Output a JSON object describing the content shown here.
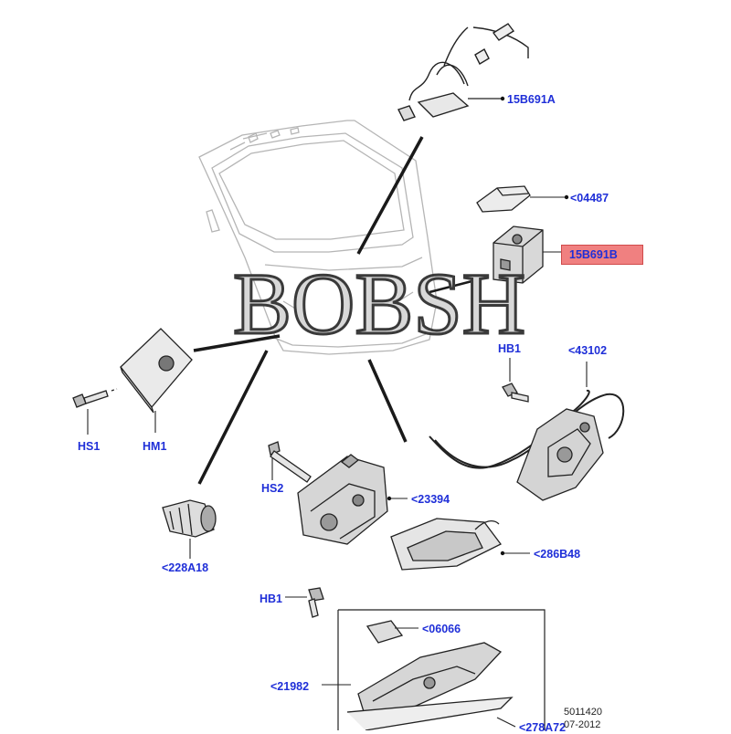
{
  "colors": {
    "label": "#1f2fd8",
    "highlight_bg": "#f08080",
    "line": "#1a1a1a"
  },
  "watermark": "BOBSH",
  "callouts": [
    {
      "id": "15B691A",
      "text": "15B691A",
      "highlighted": false
    },
    {
      "id": "04487",
      "text": "<04487",
      "highlighted": false
    },
    {
      "id": "15B691B",
      "text": "15B691B",
      "highlighted": true
    },
    {
      "id": "HB1-top",
      "text": "HB1",
      "highlighted": false
    },
    {
      "id": "43102",
      "text": "<43102",
      "highlighted": false
    },
    {
      "id": "HS1",
      "text": "HS1",
      "highlighted": false
    },
    {
      "id": "HM1",
      "text": "HM1",
      "highlighted": false
    },
    {
      "id": "HS2",
      "text": "HS2",
      "highlighted": false
    },
    {
      "id": "23394",
      "text": "<23394",
      "highlighted": false
    },
    {
      "id": "228A18",
      "text": "<228A18",
      "highlighted": false
    },
    {
      "id": "286B48",
      "text": "<286B48",
      "highlighted": false
    },
    {
      "id": "HB1-bottom",
      "text": "HB1",
      "highlighted": false
    },
    {
      "id": "06066",
      "text": "<06066",
      "highlighted": false
    },
    {
      "id": "21982",
      "text": "<21982",
      "highlighted": false
    },
    {
      "id": "278A72",
      "text": "<278A72",
      "highlighted": false
    }
  ],
  "reference": {
    "number": "5011420",
    "date": "07-2012"
  }
}
